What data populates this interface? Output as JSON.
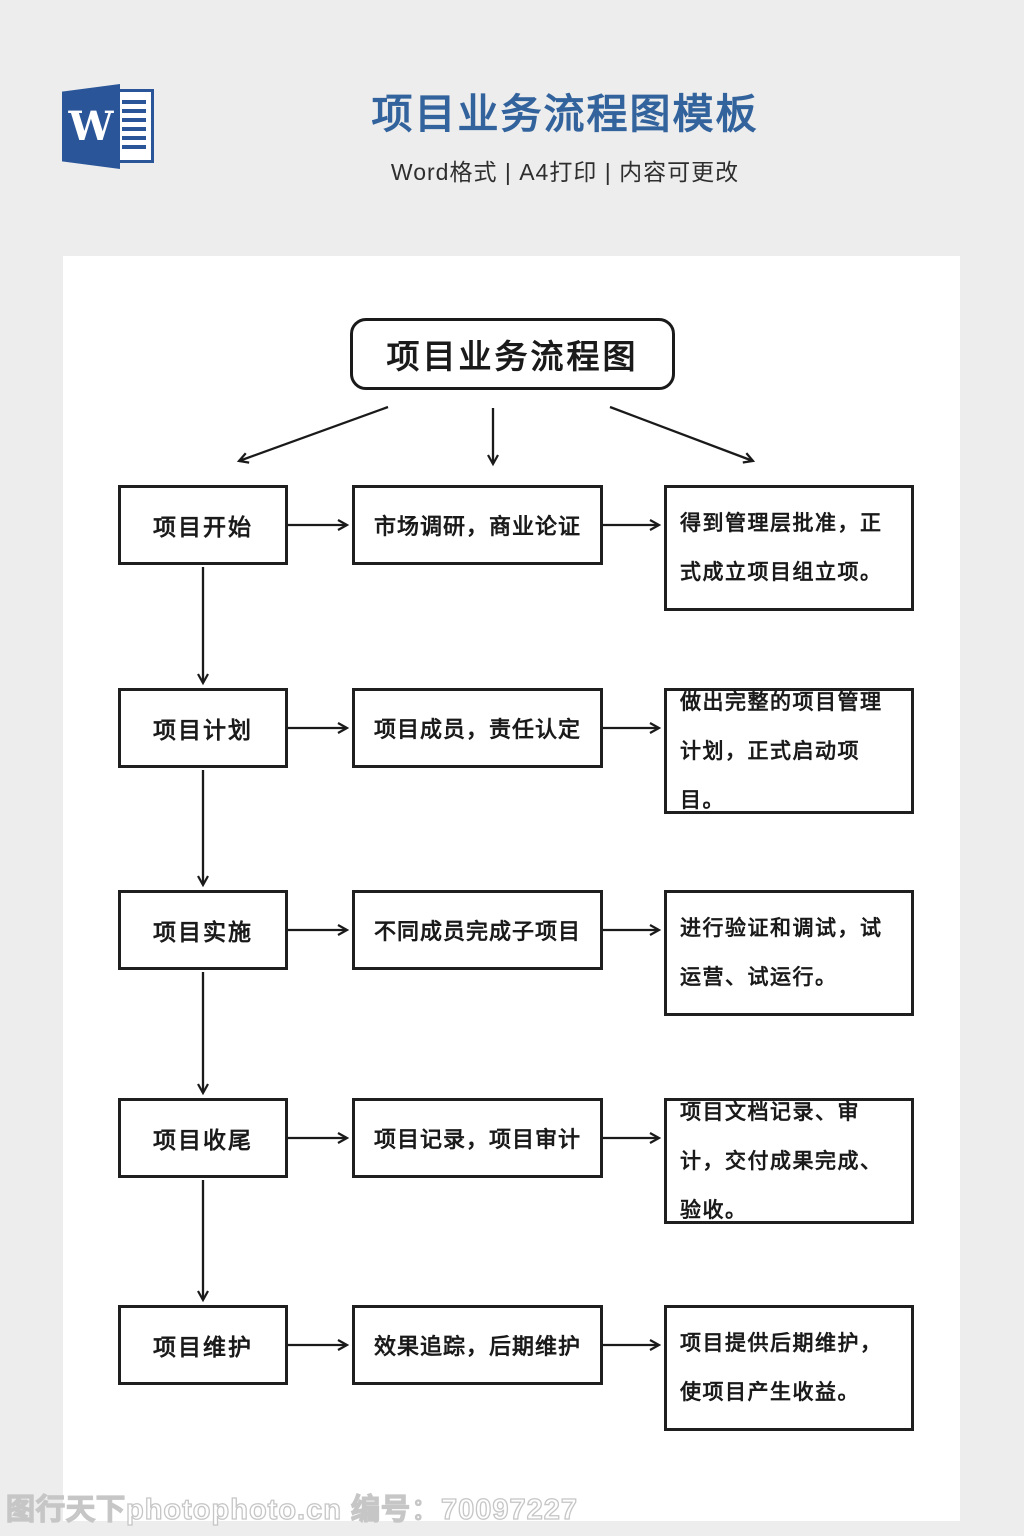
{
  "header": {
    "icon": "word-logo",
    "icon_letter": "W",
    "title": "项目业务流程图模板",
    "subtitle": "Word格式 | A4打印 | 内容可更改"
  },
  "flowchart": {
    "title": "项目业务流程图",
    "rows": [
      {
        "stage": "项目开始",
        "action": "市场调研，商业论证",
        "result": "得到管理层批准，正式成立项目组立项。"
      },
      {
        "stage": "项目计划",
        "action": "项目成员，责任认定",
        "result": "做出完整的项目管理计划，正式启动项目。"
      },
      {
        "stage": "项目实施",
        "action": "不同成员完成子项目",
        "result": "进行验证和调试，试运营、试运行。"
      },
      {
        "stage": "项目收尾",
        "action": "项目记录，项目审计",
        "result": "项目文档记录、审计，交付成果完成、验收。"
      },
      {
        "stage": "项目维护",
        "action": "效果追踪，后期维护",
        "result": "项目提供后期维护，使项目产生收益。"
      }
    ]
  },
  "footer": {
    "watermark": "图行天下photophoto.cn 编号：70097227"
  },
  "colors": {
    "accent_blue": "#33639c",
    "word_blue": "#2a5699",
    "line_color": "#1a1a1a",
    "page_background": "#ededed",
    "card_background": "#ffffff"
  }
}
